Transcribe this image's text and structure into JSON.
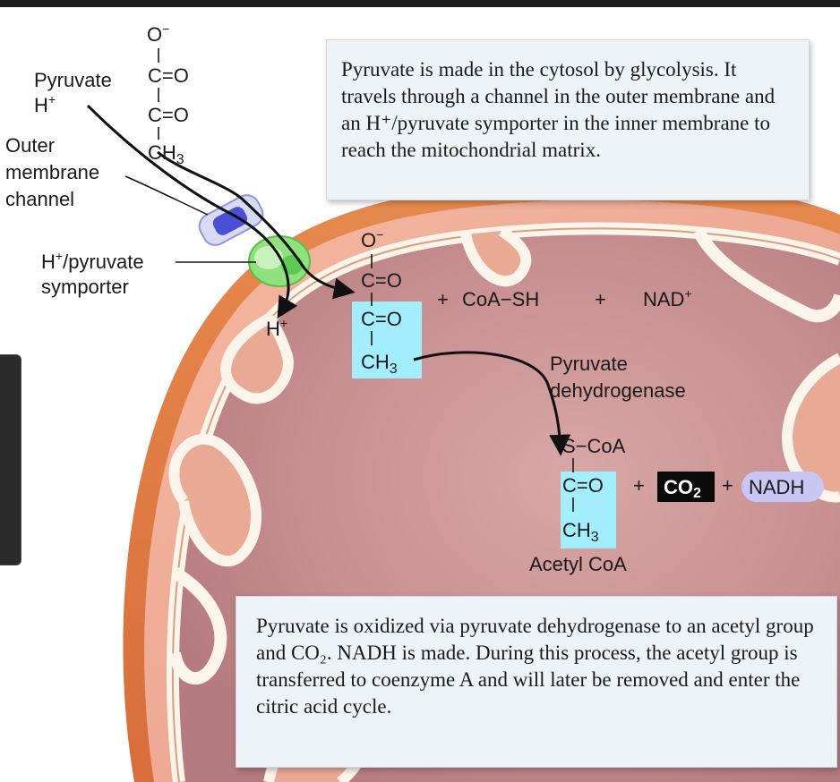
{
  "pyruvate_label": "Pyruvate",
  "h_plus_outer": "H",
  "outer_membrane_channel": [
    "Outer",
    "membrane",
    "channel"
  ],
  "symporter_label": [
    "H",
    "/pyruvate",
    "symporter"
  ],
  "h_plus_released": "H",
  "plus_sign": "+",
  "minus_sign": "−",
  "pyruvate_structure": {
    "o_minus": "O",
    "carbonyl_1": "C=O",
    "carbonyl_2": "C=O",
    "methyl": "CH",
    "methyl_sub": "3",
    "bond": "|"
  },
  "reaction": {
    "coa_sh": "CoA−SH",
    "nad": "NAD",
    "plus": "+",
    "enzyme": [
      "Pyruvate",
      "dehydrogenase"
    ]
  },
  "acetyl_coa": {
    "s_coa": "S−CoA",
    "carbonyl": "C=O",
    "methyl": "CH",
    "methyl_sub": "3",
    "name": "Acetyl CoA",
    "bond": "|"
  },
  "products": {
    "co2": "CO",
    "co2_sub": "2",
    "nadh": "NADH",
    "plus": "+"
  },
  "note_top": "Pyruvate is made in the cytosol by glycolysis. It travels through a channel in the outer membrane and an H⁺/pyruvate symporter in the inner membrane to reach the mitochondrial matrix.",
  "note_bottom": "Pyruvate is oxidized via pyruvate dehydrogenase to an acetyl group and CO₂. NADH is made. During this process, the acetyl group is transferred to coenzyme A and will later be removed and enter the citric acid cycle."
}
